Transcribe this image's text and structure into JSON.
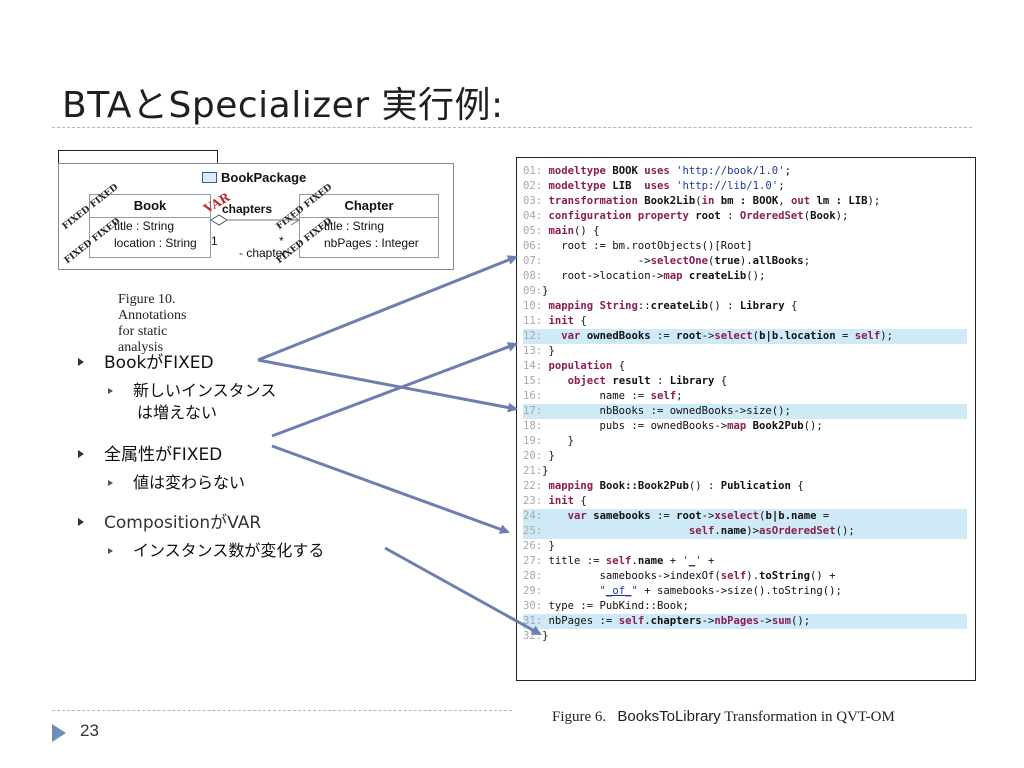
{
  "slide": {
    "title": "BTAとSpecializer 実行例:",
    "page_number": "23"
  },
  "uml": {
    "package_name": "BookPackage",
    "book_class": {
      "name": "Book",
      "attrs": [
        "title : String",
        "location : String"
      ]
    },
    "chapter_class": {
      "name": "Chapter",
      "attrs": [
        "title : String",
        "nbPages : Integer"
      ]
    },
    "role_name": "chapters",
    "mult_one": "1",
    "mult_many": "*",
    "assoc_end": "- chapter",
    "stamp_fixed": "FIXED FIXED",
    "stamp_var": "VAR",
    "caption": "Figure 10.    Annotations for static analysis"
  },
  "bullets": [
    {
      "text": "BookがFIXED",
      "sub": [
        "新しいインスタンス",
        "は増えない"
      ]
    },
    {
      "text": "全属性がFIXED",
      "sub": [
        "値は変わらない"
      ]
    },
    {
      "text": "CompositionがVAR",
      "sub": [
        "インスタンス数が変化する"
      ]
    }
  ],
  "code": {
    "line_numbers": [
      "01:",
      "02:",
      "03:",
      "04:",
      "05:",
      "06:",
      "07:",
      "08:",
      "09:",
      "10:",
      "11:",
      "12:",
      "13:",
      "14:",
      "15:",
      "16:",
      "17:",
      "18:",
      "19:",
      "20:",
      "21:",
      "22:",
      "23:",
      "24:",
      "25:",
      "26:",
      "27:",
      "28:",
      "29:",
      "30:",
      "31:",
      "32:"
    ],
    "highlighted_lines": [
      "12",
      "17",
      "24",
      "25",
      "31"
    ],
    "caption_prefix": "Figure 6.",
    "caption_name": "BooksToLibrary",
    "caption_rest": "Transformation in QVT-OM"
  },
  "colors": {
    "keyword": "#8b1d52",
    "string": "#1a3a9e",
    "highlight": "#cfeaf7",
    "arrow": "#6d7fb0",
    "var_stamp": "#c0282a",
    "page_marker": "#6d8fb7"
  }
}
